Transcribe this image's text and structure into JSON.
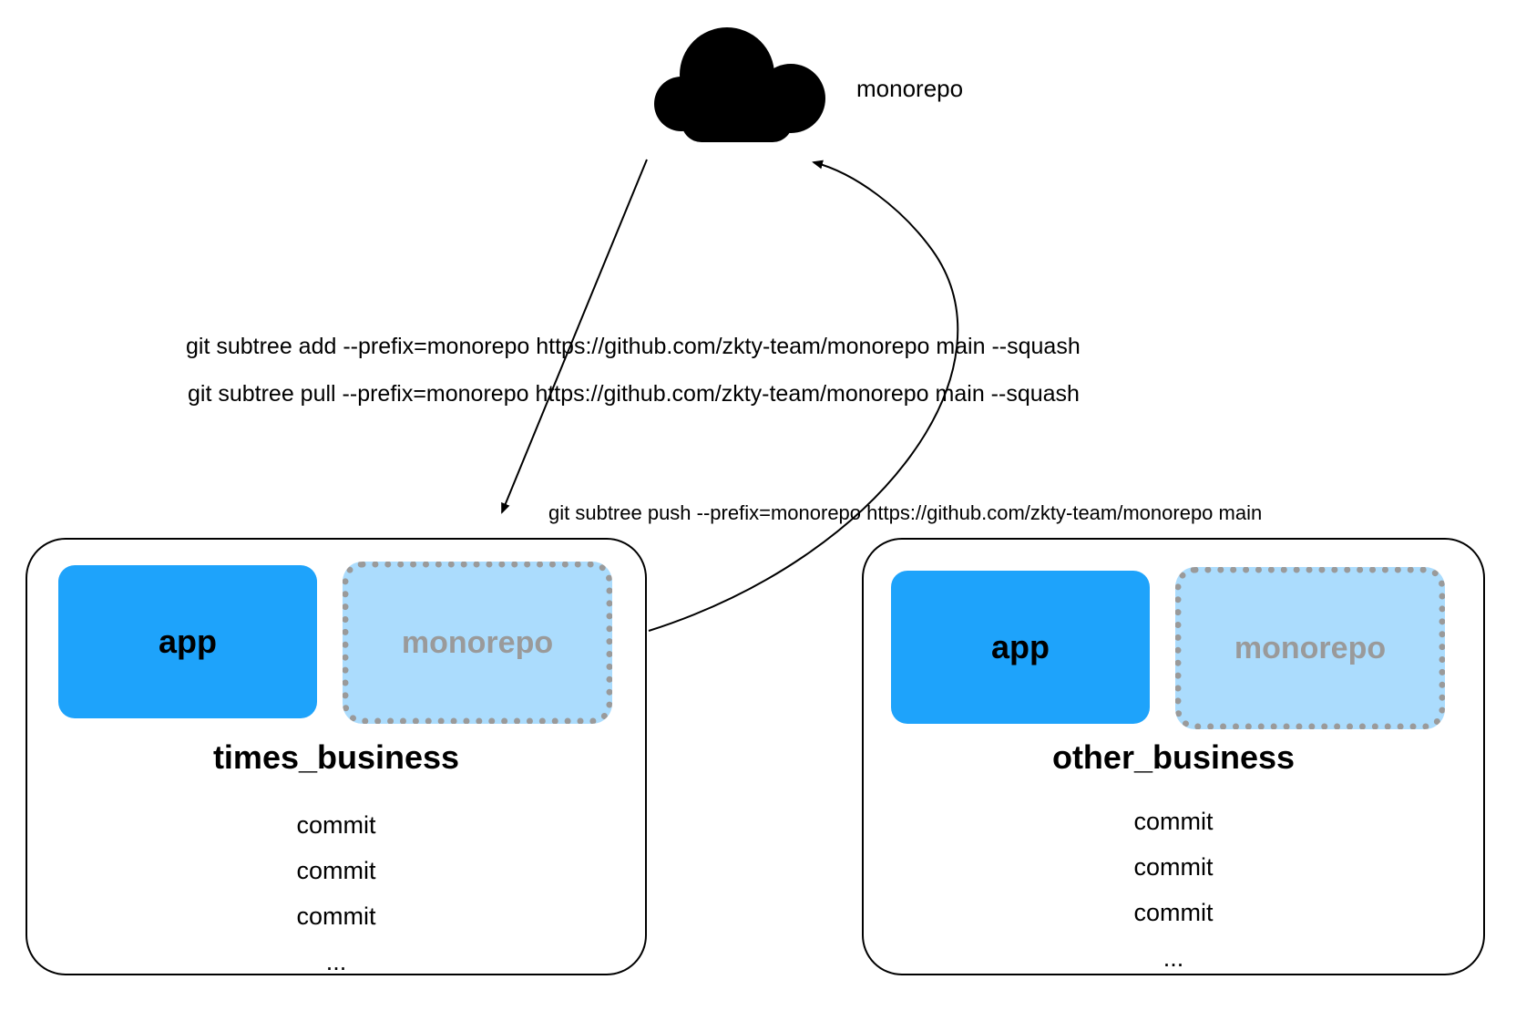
{
  "remote": {
    "label": "monorepo",
    "icon": "cloud-icon"
  },
  "commands": {
    "add": "git subtree add --prefix=monorepo  https://github.com/zkty-team/monorepo main --squash",
    "pull": "git subtree pull --prefix=monorepo https://github.com/zkty-team/monorepo main --squash",
    "push": "git subtree push --prefix=monorepo https://github.com/zkty-team/monorepo main"
  },
  "repos": [
    {
      "name": "times_business",
      "app_label": "app",
      "subtree_label": "monorepo",
      "commits": [
        "commit",
        "commit",
        "commit",
        "..."
      ]
    },
    {
      "name": "other_business",
      "app_label": "app",
      "subtree_label": "monorepo",
      "commits": [
        "commit",
        "commit",
        "commit",
        "..."
      ]
    }
  ],
  "colors": {
    "app_fill": "#1ea3fb",
    "subtree_fill": "#abdcfd",
    "subtree_border": "#9a9a9a",
    "subtree_text": "#9a9a9a",
    "stroke": "#000000"
  }
}
